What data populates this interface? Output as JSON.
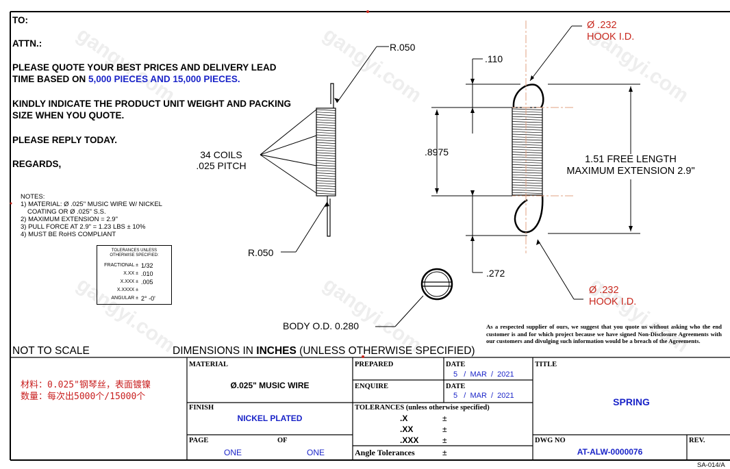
{
  "header": {
    "to": "TO:",
    "attn": "ATTN.:",
    "quote_line1": "PLEASE QUOTE YOUR BEST PRICES AND DELIVERY LEAD",
    "quote_line2_pre": "TIME BASED ON ",
    "quote_line2_qty": "5,000 PIECES AND 15,000 PIECES.",
    "indicate_line1": "KINDLY INDICATE THE PRODUCT UNIT WEIGHT AND PACKING",
    "indicate_line2": "SIZE WHEN YOU QUOTE.",
    "reply": "PLEASE REPLY TODAY.",
    "regards": "REGARDS,"
  },
  "notes": {
    "title": "NOTES:",
    "line1": "1) MATERIAL: Ø .025\"  MUSIC WIRE W/ NICKEL",
    "line1b": "COATING OR Ø .025\" S.S.",
    "line2": "2) MAXIMUM EXTENSION = 2.9\"",
    "line3": "3) PULL FORCE AT 2.9\" = 1.23 LBS ± 10%",
    "line4": "4) MUST BE RoHS COMPLIANT"
  },
  "tolerance_box": {
    "title1": "TOLERANCES UNLESS",
    "title2": "OTHERWISE SPECIFIED:",
    "rows": [
      {
        "label": "FRACTIONAL ±",
        "value": "1/32"
      },
      {
        "label": "X.XX ±",
        "value": ".010"
      },
      {
        "label": "X.XXX ±",
        "value": ".005"
      },
      {
        "label": "X.XXXX ±",
        "value": ""
      },
      {
        "label": "ANGULAR ±",
        "value": "2° -0'"
      }
    ]
  },
  "drawing": {
    "r_top": "R.050",
    "r_bottom": "R.050",
    "coils_line1": "34 COILS",
    "coils_line2": ".025 PITCH",
    "dim_110": ".110",
    "dim_8975": ".8975",
    "dim_272": ".272",
    "hook_top_dia": "Ø .232",
    "hook_top_label": "HOOK I.D.",
    "hook_bot_dia": "Ø .232",
    "hook_bot_label": "HOOK I.D.",
    "free_length": "1.51 FREE LENGTH",
    "max_ext": "MAXIMUM EXTENSION 2.9\"",
    "body_od": "BODY O.D. 0.280"
  },
  "disclaimer": "As a respected supplier of ours, we suggest that you quote us without asking who the end customer is and for which project because we have signed Non-Disclosure Agreements with our customers and divulging such information would be a breach of the Agreements.",
  "scale_note": "NOT TO SCALE",
  "dims_note_pre": "DIMENSIONS IN ",
  "dims_note_bold": "INCHES",
  "dims_note_post": " (UNLESS OTHERWISE SPECIFIED)",
  "chinese_note_line1": "材料：0.025\"钢琴丝，表面镀镍",
  "chinese_note_line2": "数量：每次出5000个/15000个",
  "title_block": {
    "material_label": "MATERIAL",
    "material_value": "Ø.025\" MUSIC WIRE",
    "finish_label": "FINISH",
    "finish_value": "NICKEL PLATED",
    "page_label": "PAGE",
    "of_label": "OF",
    "page_value": "ONE",
    "of_value": "ONE",
    "prepared_label": "PREPARED",
    "enquire_label": "ENQUIRE",
    "date_label": "DATE",
    "date1": "5   /  MAR  /  2021",
    "date2": "5   /  MAR  /  2021",
    "tol_label": "TOLERANCES (unless otherwise specified)",
    "tol_x": ".X",
    "tol_xx": ".XX",
    "tol_xxx": ".XXX",
    "pm": "±",
    "angle_label": "Angle Tolerances",
    "title_label": "TITLE",
    "title_value": "SPRING",
    "dwg_label": "DWG NO",
    "dwg_value": "AT-ALW-0000076",
    "rev_label": "REV."
  },
  "form_no": "SA-014/A",
  "watermark": "gangyi.com",
  "colors": {
    "blue": "#1a24c8",
    "red": "#c8281e",
    "centerline": "#e0a080"
  }
}
